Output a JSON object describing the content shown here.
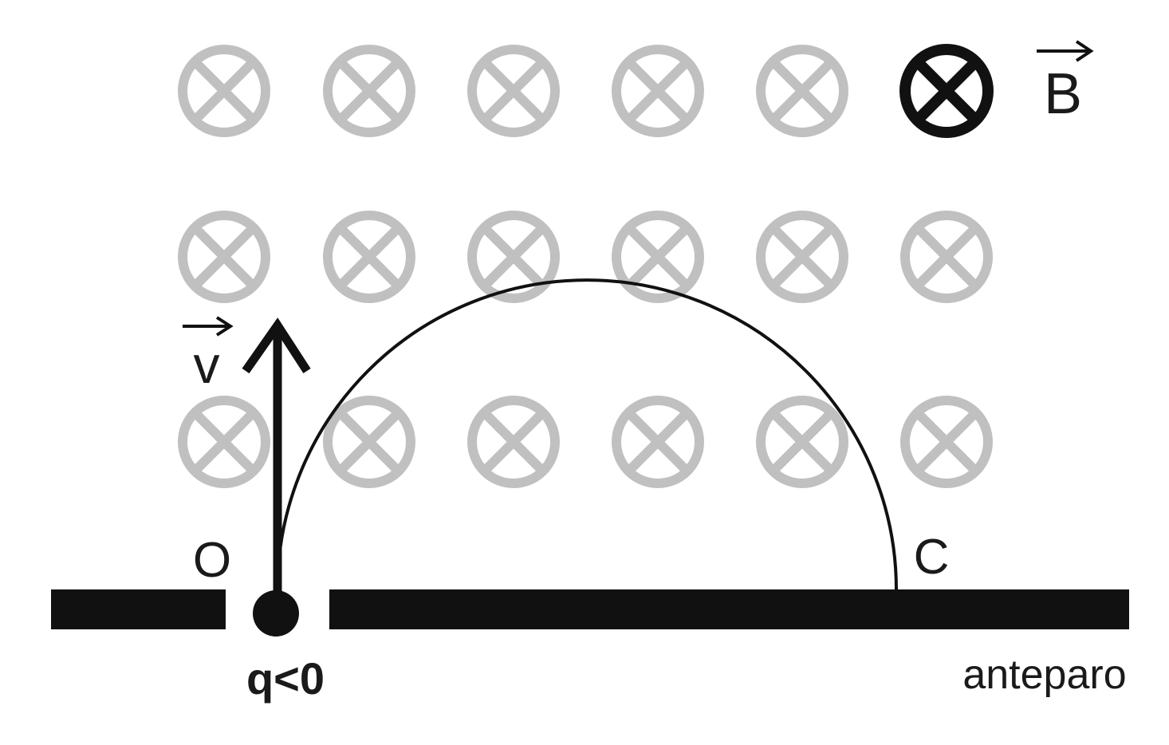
{
  "labels": {
    "field": "B",
    "velocity": "v",
    "origin": "O",
    "collision_point": "C",
    "charge": "q<0",
    "screen": "anteparo"
  },
  "field_symbols": {
    "direction": "into-page",
    "icon": "cross-in-circle-icon",
    "rows": 3,
    "columns": 6,
    "highlighted": {
      "row": 1,
      "column": 6
    }
  },
  "colors": {
    "field_symbol": "#c0c0c0",
    "highlighted_symbol": "#111111",
    "ink": "#111111",
    "background": "#ffffff"
  }
}
